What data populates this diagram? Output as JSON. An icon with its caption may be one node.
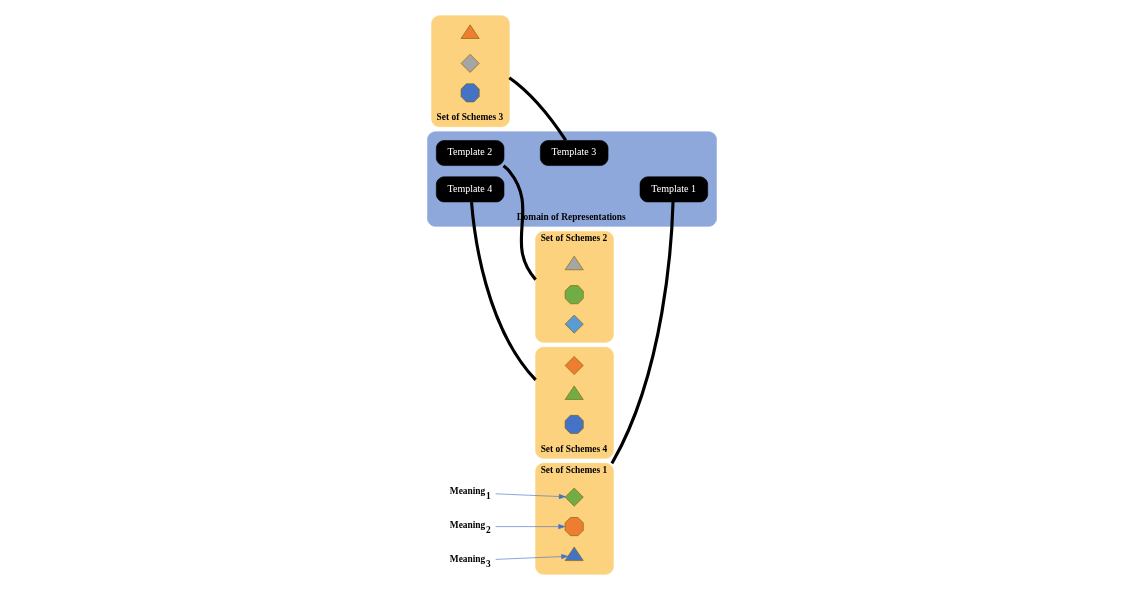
{
  "diagram": {
    "nodes": [
      {
        "text": [
          "Set of Schemes 1"
        ]
      },
      {
        "text": [],
        "shape": "octagon",
        "in": 0
      },
      {
        "text": [],
        "shape": "diamond",
        "in": 0
      },
      {
        "text": [],
        "shape": "triangle",
        "in": 0
      },
      {
        "text": [
          "Meaning$_{1}$"
        ]
      },
      {
        "text": [
          "Meaning$_{2}$"
        ]
      },
      {
        "text": [
          "Meaning$_{3}$"
        ]
      },
      {
        "text": [
          "Set of Schemes 2"
        ]
      },
      {
        "text": [],
        "shape": "triangle",
        "in": 7
      },
      {
        "text": [],
        "shape": "octagon",
        "in": 7
      },
      {
        "text": [],
        "shape": "diamond",
        "in": 7
      },
      {
        "text": [
          "Domain of Representations"
        ]
      },
      {
        "text": [
          "Template 1"
        ],
        "in": 11
      },
      {
        "text": [
          "Template 2"
        ],
        "in": 11
      },
      {
        "text": [
          "Template 3"
        ],
        "in": 11
      },
      {
        "text": [
          "Template 4"
        ],
        "in": 11
      },
      {
        "text": [
          "Set of Schemes 3"
        ]
      },
      {
        "text": [],
        "shape": "triangle",
        "in": 16
      },
      {
        "text": [],
        "shape": "diamond",
        "in": 16
      },
      {
        "text": [],
        "shape": "octagon",
        "in": 16
      },
      {
        "text": [
          "Set of Schemes 4"
        ]
      },
      {
        "text": [],
        "shape": "diamond",
        "in": 20
      },
      {
        "text": [],
        "shape": "triangle",
        "in": 20
      },
      {
        "text": [],
        "shape": "octagon",
        "in": 20
      }
    ],
    "edges": [
      {
        "from": 4,
        "to": 2,
        "arrow": "to",
        "color": "#4472c4"
      },
      {
        "from": 5,
        "to": 1,
        "arrow": "to",
        "color": "#4472c4"
      },
      {
        "from": 6,
        "to": 3,
        "arrow": "to",
        "color": "#4472c4"
      },
      {
        "from": 0,
        "to": 12,
        "arrow": "none"
      },
      {
        "from": 7,
        "to": 13,
        "arrow": "none"
      },
      {
        "from": 16,
        "to": 14,
        "arrow": "none"
      },
      {
        "from": 20,
        "to": 15,
        "arrow": "none"
      }
    ]
  }
}
